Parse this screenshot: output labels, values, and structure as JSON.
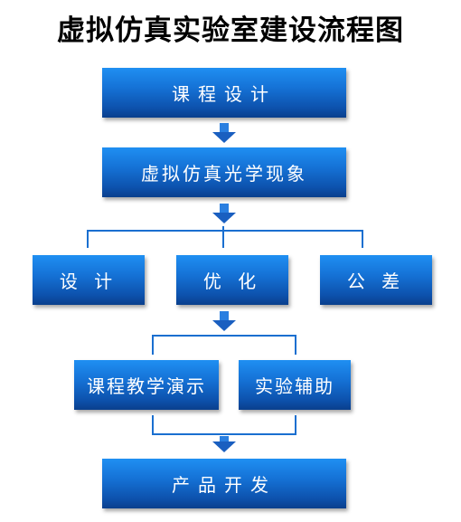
{
  "title": "虚拟仿真实验室建设流程图",
  "nodes": {
    "course_design": "课程设计",
    "virtual_optics": "虚拟仿真光学现象",
    "design": "设 计",
    "optimize": "优 化",
    "tolerance": "公 差",
    "course_demo": "课程教学演示",
    "experiment_assist": "实验辅助",
    "product_dev": "产品开发"
  },
  "colors": {
    "box_top": "#1f8ff2",
    "box_bottom": "#0a3f8c",
    "connector": "#1a6fd0",
    "arrow": "#1a5fc0"
  }
}
